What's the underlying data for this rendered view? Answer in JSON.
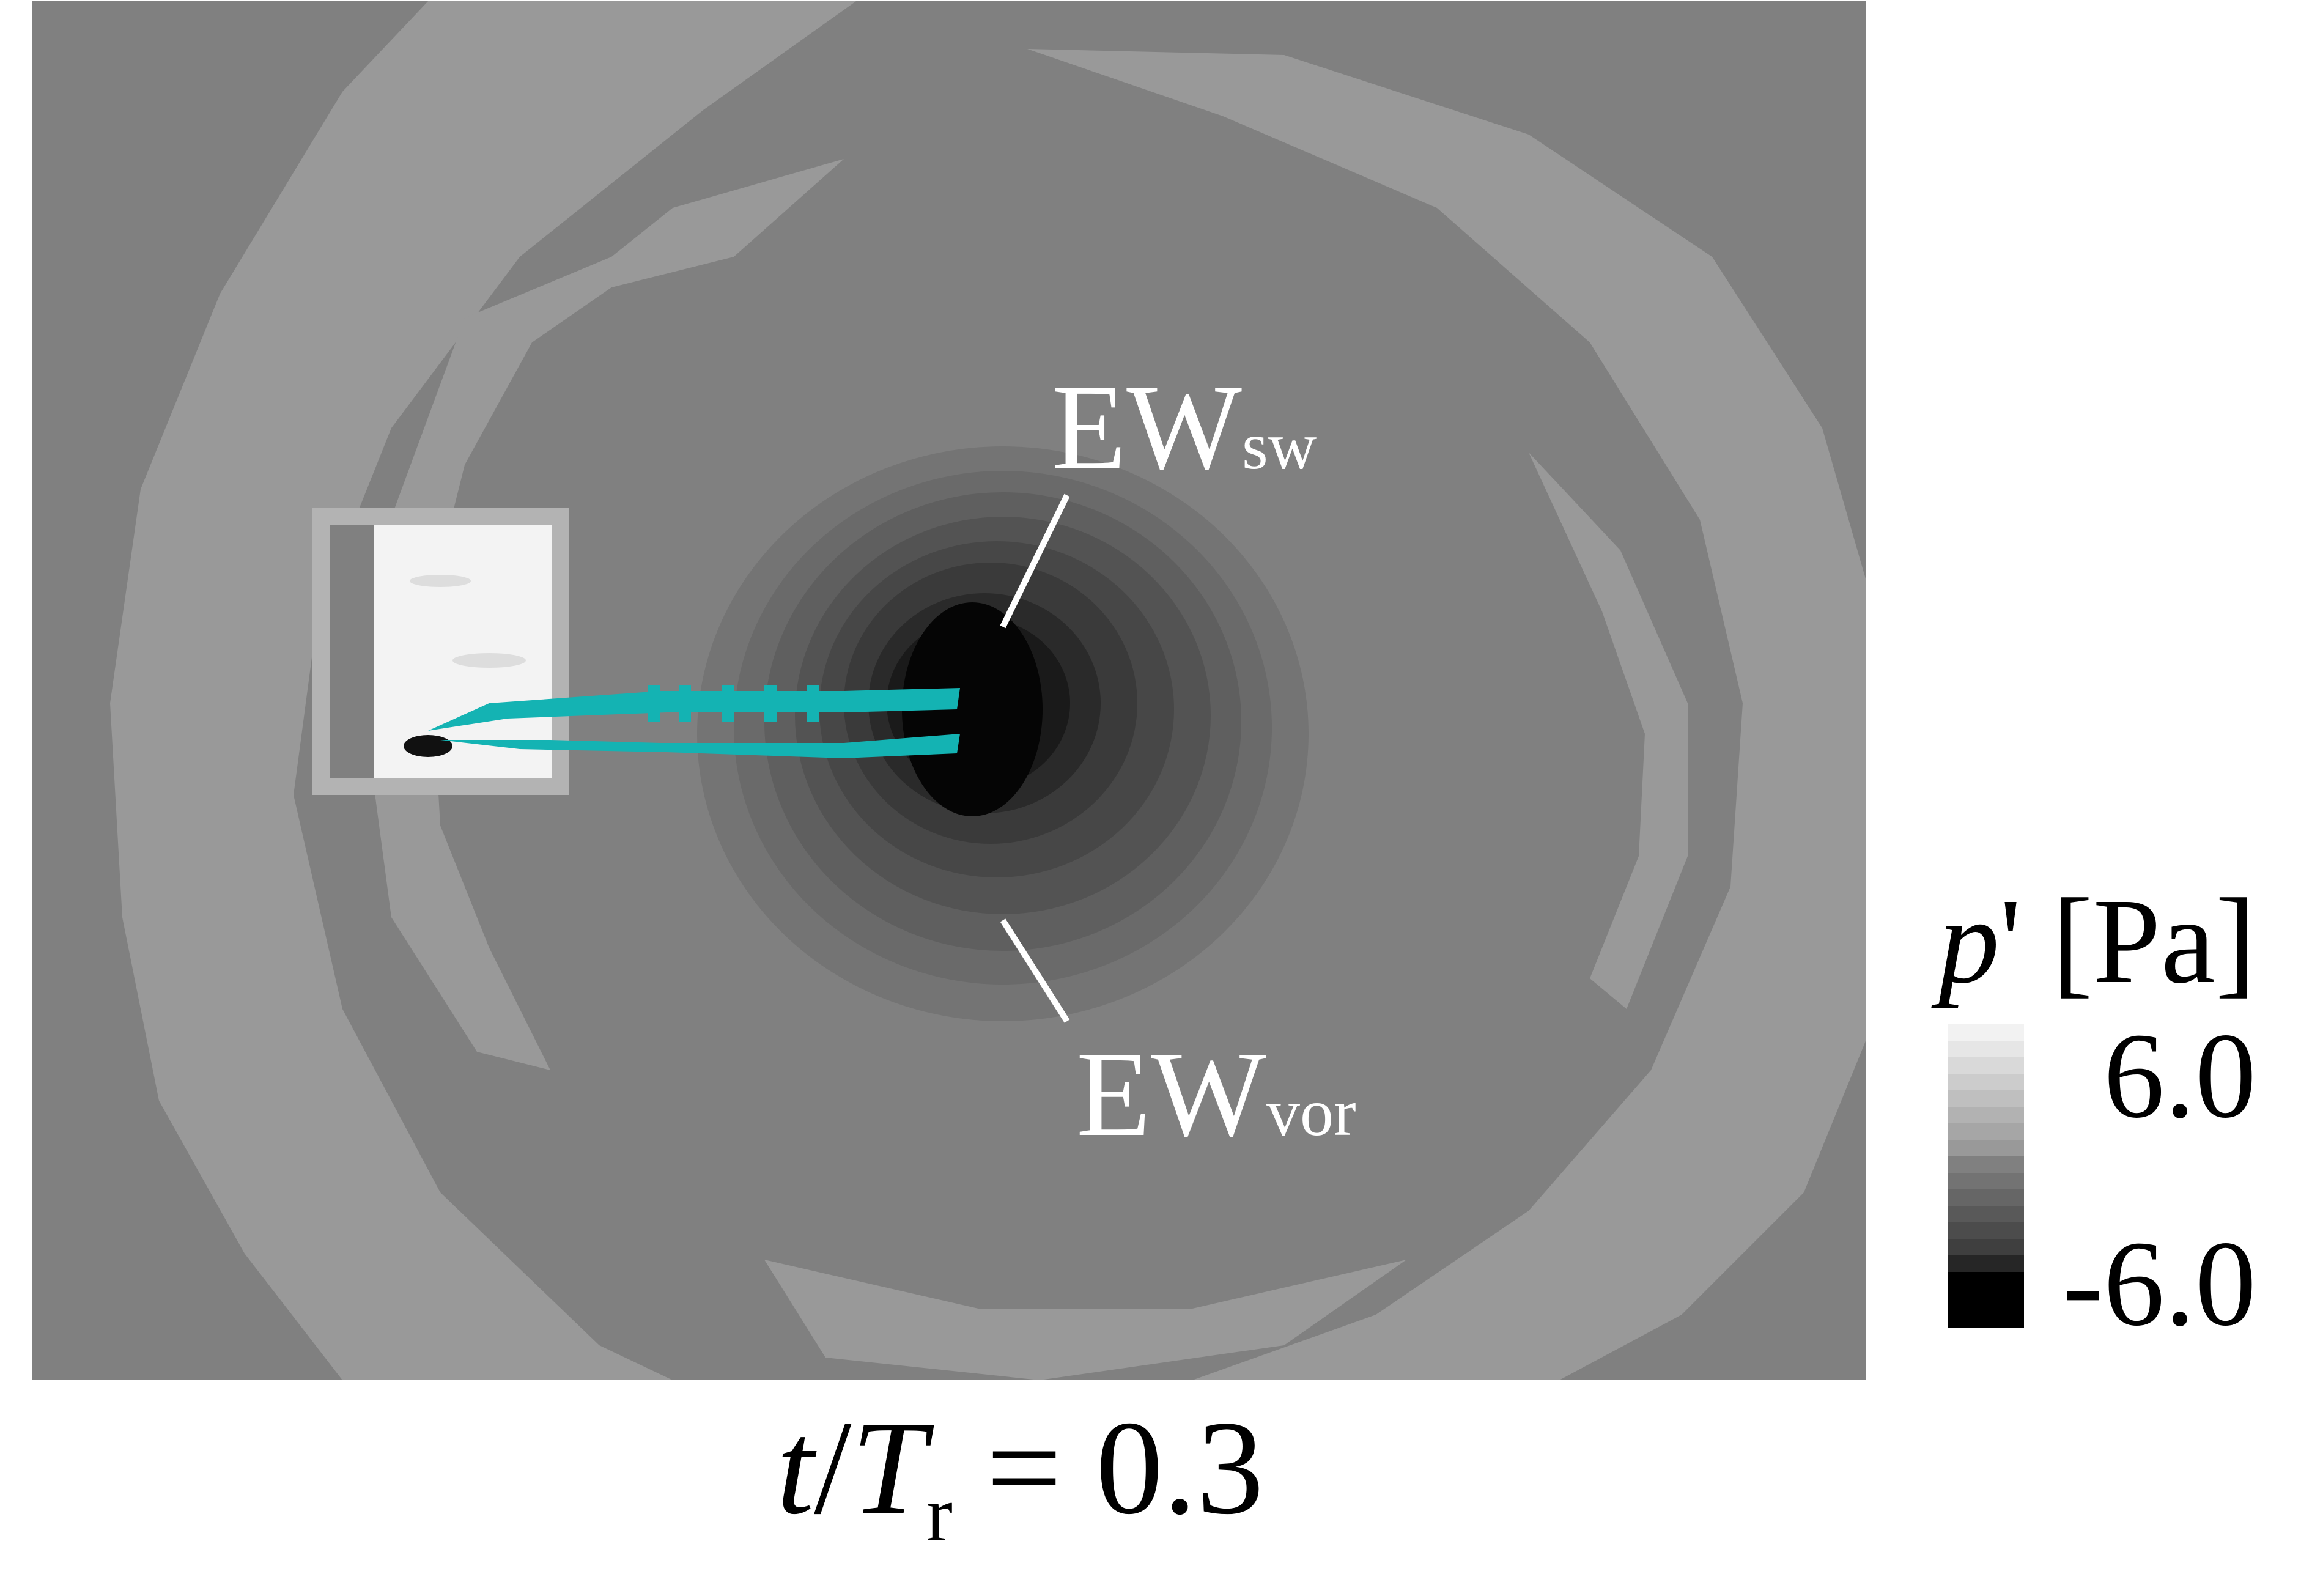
{
  "labels": {
    "ew_sw": {
      "main": "EW",
      "sub": "sw"
    },
    "ew_vor": {
      "main": "EW",
      "sub": "vor"
    }
  },
  "colorbar": {
    "var_symbol": "p",
    "var_rest": "' [Pa]",
    "max_label": "6.0",
    "min_label": "-6.0",
    "levels": 16,
    "range": [
      -6.0,
      6.0
    ]
  },
  "time_label": {
    "t": "t",
    "slash": "/",
    "T": "T",
    "sub": "r",
    "rest": " = 0.3"
  },
  "colors": {
    "background_field": "#7f7f7f",
    "light_ring": "#999999",
    "train": "#14b3b3",
    "tunnel_portal": "#b3b3b3"
  }
}
